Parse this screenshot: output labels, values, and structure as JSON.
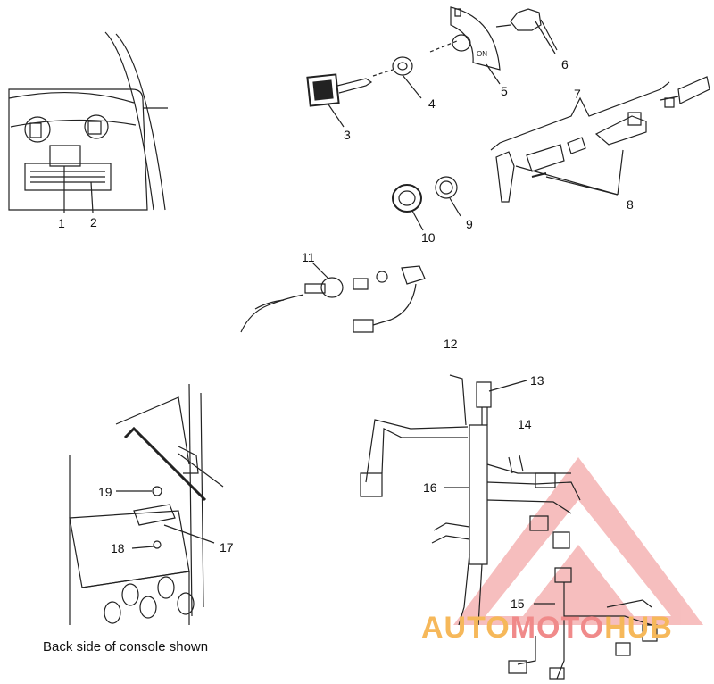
{
  "callouts": [
    {
      "id": "1",
      "label": "1"
    },
    {
      "id": "2",
      "label": "2"
    },
    {
      "id": "3",
      "label": "3"
    },
    {
      "id": "4",
      "label": "4"
    },
    {
      "id": "5",
      "label": "5"
    },
    {
      "id": "6",
      "label": "6"
    },
    {
      "id": "7",
      "label": "7"
    },
    {
      "id": "8",
      "label": "8"
    },
    {
      "id": "9",
      "label": "9"
    },
    {
      "id": "10",
      "label": "10"
    },
    {
      "id": "11",
      "label": "11"
    },
    {
      "id": "12",
      "label": "12"
    },
    {
      "id": "13",
      "label": "13"
    },
    {
      "id": "14",
      "label": "14"
    },
    {
      "id": "15",
      "label": "15"
    },
    {
      "id": "16",
      "label": "16"
    },
    {
      "id": "17",
      "label": "17"
    },
    {
      "id": "18",
      "label": "18"
    },
    {
      "id": "19",
      "label": "19"
    }
  ],
  "caption": "Back side of console shown",
  "decal_text": "ON",
  "watermark": {
    "part1": "AUTO",
    "part2": "MOTO",
    "part3": "HUB",
    "color_a": "#f6b85a",
    "color_b": "#f08a8a"
  }
}
